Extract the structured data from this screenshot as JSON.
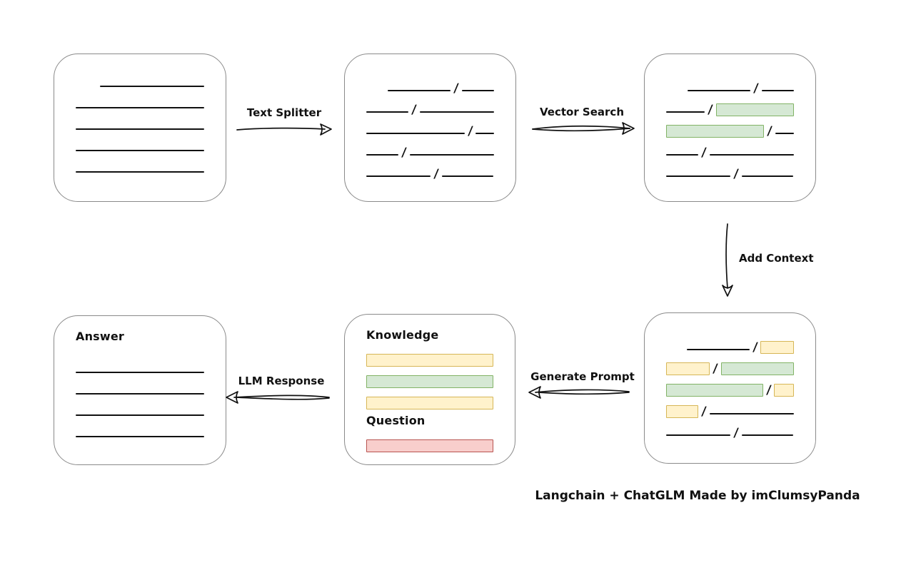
{
  "caption": "Langchain + ChatGLM Made by imClumsyPanda",
  "colors": {
    "line": "#111111",
    "box_border": "#8a8a8a",
    "green_fill": "#d5e8d4",
    "green_border": "#82b366",
    "yellow_fill": "#fff2cc",
    "yellow_border": "#d6b656",
    "red_fill": "#f8cecc",
    "red_border": "#b85450"
  },
  "arrows": {
    "text_splitter": {
      "label": "Text Splitter"
    },
    "vector_search": {
      "label": "Vector Search"
    },
    "add_context": {
      "label": "Add Context"
    },
    "generate_prompt": {
      "label": "Generate Prompt"
    },
    "llm_response": {
      "label": "LLM Response"
    }
  },
  "boxes": {
    "document": {
      "rows": [
        {
          "segments": [
            {
              "kind": "space",
              "w": 34
            },
            {
              "kind": "line",
              "w": 148
            }
          ]
        },
        {
          "segments": [
            {
              "kind": "line",
              "w": 182
            }
          ]
        },
        {
          "segments": [
            {
              "kind": "line",
              "w": 182
            }
          ]
        },
        {
          "segments": [
            {
              "kind": "line",
              "w": 182
            }
          ]
        },
        {
          "segments": [
            {
              "kind": "line",
              "w": 182
            }
          ]
        }
      ]
    },
    "chunks": {
      "rows": [
        {
          "segments": [
            {
              "kind": "space",
              "w": 30
            },
            {
              "kind": "line",
              "w": 90
            },
            {
              "kind": "slash"
            },
            {
              "kind": "line",
              "w": 46
            }
          ]
        },
        {
          "segments": [
            {
              "kind": "line",
              "w": 60
            },
            {
              "kind": "slash"
            },
            {
              "kind": "line",
              "w": 106
            }
          ]
        },
        {
          "segments": [
            {
              "kind": "line",
              "w": 140
            },
            {
              "kind": "slash"
            },
            {
              "kind": "line",
              "w": 26
            }
          ]
        },
        {
          "segments": [
            {
              "kind": "line",
              "w": 46
            },
            {
              "kind": "slash"
            },
            {
              "kind": "line",
              "w": 120
            }
          ]
        },
        {
          "segments": [
            {
              "kind": "line",
              "w": 90
            },
            {
              "kind": "slash"
            },
            {
              "kind": "line",
              "w": 72
            }
          ]
        }
      ]
    },
    "matched_chunks": {
      "rows": [
        {
          "segments": [
            {
              "kind": "space",
              "w": 30
            },
            {
              "kind": "line",
              "w": 90
            },
            {
              "kind": "slash"
            },
            {
              "kind": "line",
              "w": 46
            }
          ]
        },
        {
          "segments": [
            {
              "kind": "line",
              "w": 55
            },
            {
              "kind": "slash"
            },
            {
              "kind": "green",
              "w": 111
            }
          ]
        },
        {
          "segments": [
            {
              "kind": "green",
              "w": 138
            },
            {
              "kind": "slash"
            },
            {
              "kind": "line",
              "w": 26
            }
          ]
        },
        {
          "segments": [
            {
              "kind": "line",
              "w": 46
            },
            {
              "kind": "slash"
            },
            {
              "kind": "line",
              "w": 120
            }
          ]
        },
        {
          "segments": [
            {
              "kind": "line",
              "w": 90
            },
            {
              "kind": "slash"
            },
            {
              "kind": "line",
              "w": 72
            }
          ]
        }
      ]
    },
    "context_chunks": {
      "rows": [
        {
          "segments": [
            {
              "kind": "space",
              "w": 30
            },
            {
              "kind": "line",
              "w": 90
            },
            {
              "kind": "slash"
            },
            {
              "kind": "yellow",
              "w": 48
            }
          ]
        },
        {
          "segments": [
            {
              "kind": "yellow",
              "w": 62
            },
            {
              "kind": "slash"
            },
            {
              "kind": "green",
              "w": 104
            }
          ]
        },
        {
          "segments": [
            {
              "kind": "green",
              "w": 138
            },
            {
              "kind": "slash"
            },
            {
              "kind": "yellow",
              "w": 28
            }
          ]
        },
        {
          "segments": [
            {
              "kind": "yellow",
              "w": 46
            },
            {
              "kind": "slash"
            },
            {
              "kind": "line",
              "w": 120
            }
          ]
        },
        {
          "segments": [
            {
              "kind": "line",
              "w": 90
            },
            {
              "kind": "slash"
            },
            {
              "kind": "line",
              "w": 72
            }
          ]
        }
      ]
    },
    "prompt": {
      "rows": [
        {
          "title": "Knowledge",
          "name": "knowledge-label"
        },
        {
          "segments": [
            {
              "kind": "yellow",
              "w": 180
            }
          ]
        },
        {
          "segments": [
            {
              "kind": "green",
              "w": 180
            }
          ]
        },
        {
          "segments": [
            {
              "kind": "yellow",
              "w": 180
            }
          ]
        },
        {
          "title": "Question",
          "name": "question-label"
        },
        {
          "segments": [
            {
              "kind": "red",
              "w": 180
            }
          ]
        }
      ]
    },
    "answer": {
      "rows": [
        {
          "title": "Answer",
          "name": "answer-label"
        },
        {
          "spacer": 12
        },
        {
          "segments": [
            {
              "kind": "line",
              "w": 180
            }
          ]
        },
        {
          "segments": [
            {
              "kind": "line",
              "w": 180
            }
          ]
        },
        {
          "segments": [
            {
              "kind": "line",
              "w": 180
            }
          ]
        },
        {
          "segments": [
            {
              "kind": "line",
              "w": 180
            }
          ]
        }
      ]
    }
  }
}
